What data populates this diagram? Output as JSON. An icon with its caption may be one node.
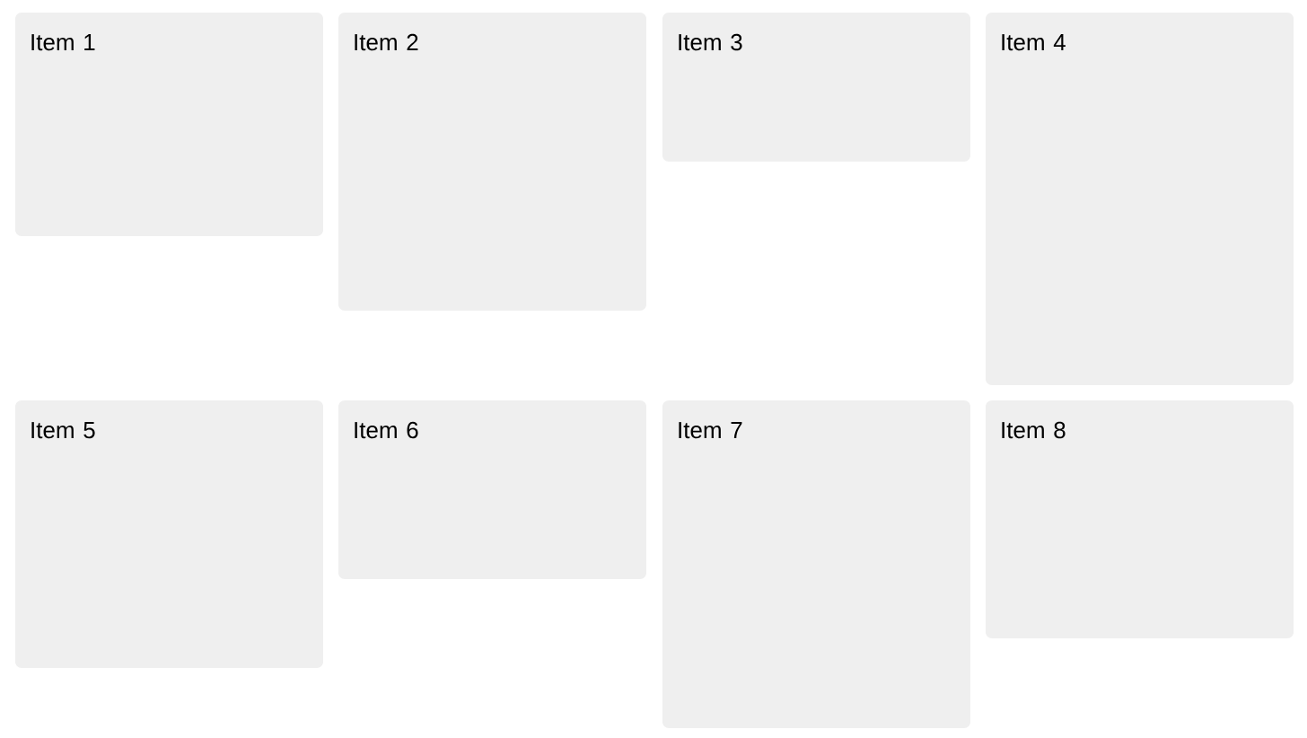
{
  "diagram": {
    "nodes": [
      {
        "text": [
          "Item 1"
        ]
      },
      {
        "text": [
          "Item 2"
        ]
      },
      {
        "text": [
          "Item 3"
        ]
      },
      {
        "text": [
          "Item 4"
        ]
      },
      {
        "text": [
          "Item 5"
        ]
      },
      {
        "text": [
          "Item 6"
        ]
      },
      {
        "text": [
          "Item 7"
        ]
      },
      {
        "text": [
          "Item 8"
        ]
      }
    ]
  }
}
